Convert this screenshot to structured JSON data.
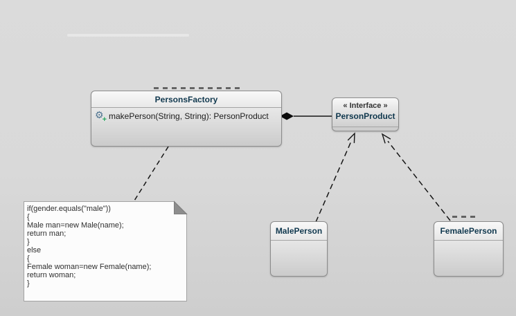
{
  "diagram_type": "uml-class-diagram",
  "colors": {
    "title_text": "#10384e",
    "stereotype_text": "#333333",
    "method_text": "#1b1b1b",
    "note_text": "#2e2e2e",
    "gear_blue": "#4d7390",
    "plus_green": "#1f9d55",
    "connector": "#151515",
    "box_border": "#8b8b8b",
    "note_fill": "#fcfcfc",
    "note_fold": "#8d8d8d"
  },
  "nodes": {
    "persons_factory": {
      "title": "PersonsFactory",
      "operations": [
        {
          "icon": "gear-plus-icon",
          "label": "makePerson(String, String): PersonProduct"
        }
      ]
    },
    "person_product": {
      "stereotype": "« Interface »",
      "title": "PersonProduct"
    },
    "male_person": {
      "title": "MalePerson"
    },
    "female_person": {
      "title": "FemalePerson"
    }
  },
  "note": {
    "lines": [
      "if(gender.equals(\"male\"))",
      "{",
      "Male man=new Male(name);",
      "return man;",
      "}",
      "else",
      "{",
      "Female woman=new Female(name);",
      "return woman;",
      "}"
    ]
  },
  "connectors": [
    {
      "type": "composition",
      "from": "PersonsFactory",
      "to": "PersonProduct"
    },
    {
      "type": "realization",
      "from": "MalePerson",
      "to": "PersonProduct"
    },
    {
      "type": "realization",
      "from": "FemalePerson",
      "to": "PersonProduct"
    },
    {
      "type": "note-anchor",
      "from": "PersonsFactory",
      "to": "code-note"
    }
  ]
}
